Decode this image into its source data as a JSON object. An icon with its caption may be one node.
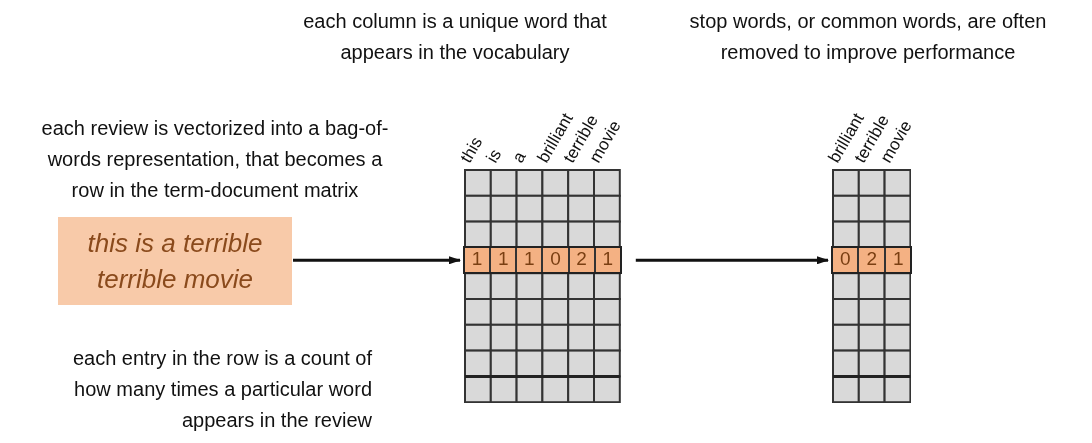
{
  "diagram": {
    "nodes": [
      {
        "text": [
          "this is a terrible terrible movie"
        ]
      },
      {
        "text": [],
        "shape": "table"
      },
      {
        "text": [
          "1",
          "1",
          "1",
          "0",
          "2",
          "1"
        ],
        "in": 1
      },
      {
        "text": [],
        "shape": "table"
      },
      {
        "text": [
          "0",
          "2",
          "1"
        ],
        "in": 3
      }
    ],
    "edges": [
      {
        "from": 0,
        "to": 2,
        "arrow": "to"
      },
      {
        "from": 2,
        "to": 4,
        "arrow": "to"
      }
    ],
    "labels": [
      "each column is a unique word that appears in the vocabulary",
      "stop words, or common words, are often removed to improve performance",
      "each review is vectorized into a bag-of-words representation, that becomes a row in the term-document matrix",
      "each entry in the row is a count of how many times a particular word appears in the review",
      "this",
      "is",
      "a",
      "brilliant",
      "terrible",
      "movie",
      "brilliant",
      "terrible",
      "movie"
    ]
  }
}
